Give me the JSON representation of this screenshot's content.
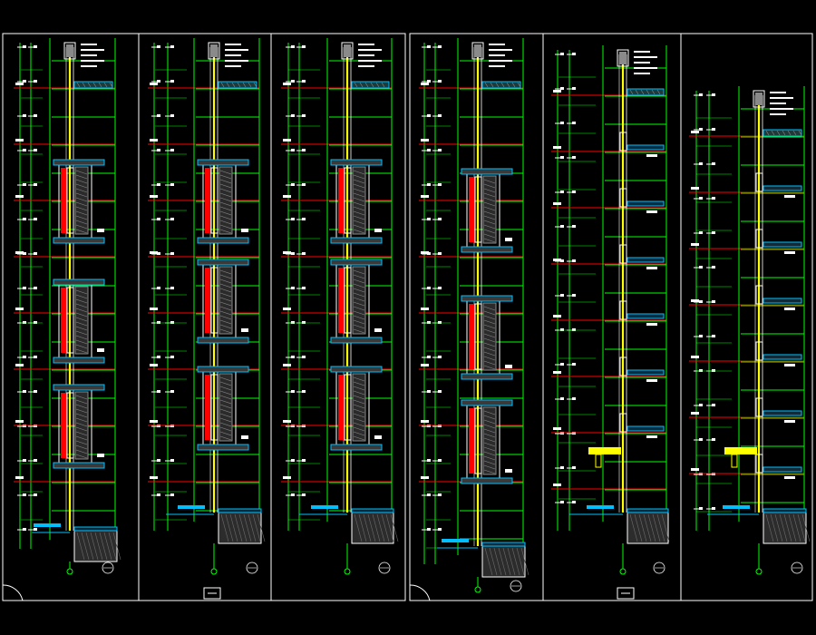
{
  "drawing": {
    "background": "#000000",
    "palette": {
      "frame": "#ffffff",
      "grid": "#00ff00",
      "level": "#ff0000",
      "glass": "#ffff00",
      "slab": "#00bfff",
      "accent": "#cc00cc",
      "hatch": "#8a8a8a"
    },
    "sheets": [
      {
        "id": "sheet-left"
      },
      {
        "id": "sheet-right"
      }
    ],
    "sections": [
      {
        "id": "section-1"
      },
      {
        "id": "section-2"
      },
      {
        "id": "section-3"
      },
      {
        "id": "section-4"
      },
      {
        "id": "section-5"
      },
      {
        "id": "section-6"
      }
    ]
  }
}
